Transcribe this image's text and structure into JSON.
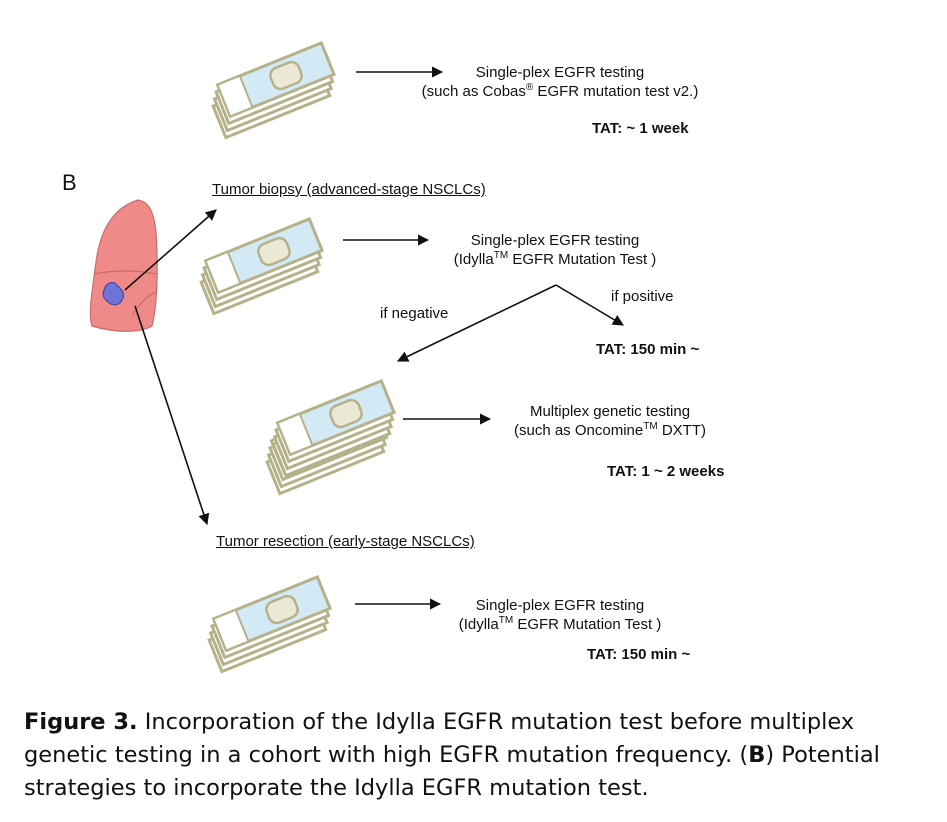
{
  "panel_b_letter": "B",
  "row_a": {
    "test_line1": "Single-plex EGFR testing",
    "test_line2_pre": "(such as Cobas",
    "test_line2_sup": "®",
    "test_line2_post": " EGFR mutation test v2.)",
    "tat": "TAT: ~ 1 week"
  },
  "biopsy": {
    "header": "Tumor biopsy (advanced-stage NSCLCs)",
    "test_line1": "Single-plex EGFR testing",
    "test_line2_pre": "(Idylla",
    "test_line2_sup": "TM",
    "test_line2_post": " EGFR Mutation Test )",
    "if_positive": "if positive",
    "if_negative": "if negative",
    "tat": "TAT: 150 min ~"
  },
  "multiplex": {
    "line1": "Multiplex genetic testing",
    "line2_pre": "(such as Oncomine",
    "line2_sup": "TM",
    "line2_post": " DXTT)",
    "tat": "TAT: 1 ~ 2 weeks"
  },
  "resection": {
    "header": "Tumor resection (early-stage NSCLCs)",
    "test_line1": "Single-plex EGFR testing",
    "test_line2_pre": "(Idylla",
    "test_line2_sup": "TM",
    "test_line2_post": " EGFR Mutation Test )",
    "tat": "TAT: 150 min ~"
  },
  "caption": {
    "label": "Figure 3.",
    "text1": " Incorporation of the Idylla EGFR mutation test before multiplex genetic testing in a cohort with high EGFR mutation frequency. (",
    "bold_b": "B",
    "text2": ") Potential strategies to incorporate the Idylla EGFR mutation test."
  },
  "colors": {
    "slide_fill": "#d4e9f6",
    "slide_border": "#b5b28a",
    "slide_label": "#ffffff",
    "lung_fill": "#ef8a88",
    "lung_edge": "#c86c6c",
    "tumor_fill": "#6f73d8"
  }
}
